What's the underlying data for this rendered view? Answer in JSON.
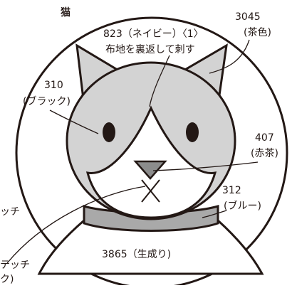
{
  "title": "猫",
  "labels": {
    "top_line1": "823（ネイビー）〈1〉",
    "top_line2": "布地を裏返して刺す",
    "right_ear_code": "3045",
    "right_ear_name": "(茶色)",
    "left_face_code": "310",
    "left_face_name": "(ブラック)",
    "nose_code": "407",
    "nose_name": "(赤茶)",
    "collar_code": "312",
    "collar_name": "(ブルー)",
    "body_label": "3865（生成り)",
    "left_mid_fragment": "ッチ",
    "left_bottom_fragment1": "テッチ",
    "left_bottom_fragment2": "ク)"
  },
  "colors": {
    "line": "#231815",
    "face_fill": "#d3d3d3",
    "collar_fill": "#a9a9a9",
    "nose_fill": "#8c8c8c",
    "eye_fill": "#231815",
    "background": "#ffffff"
  }
}
